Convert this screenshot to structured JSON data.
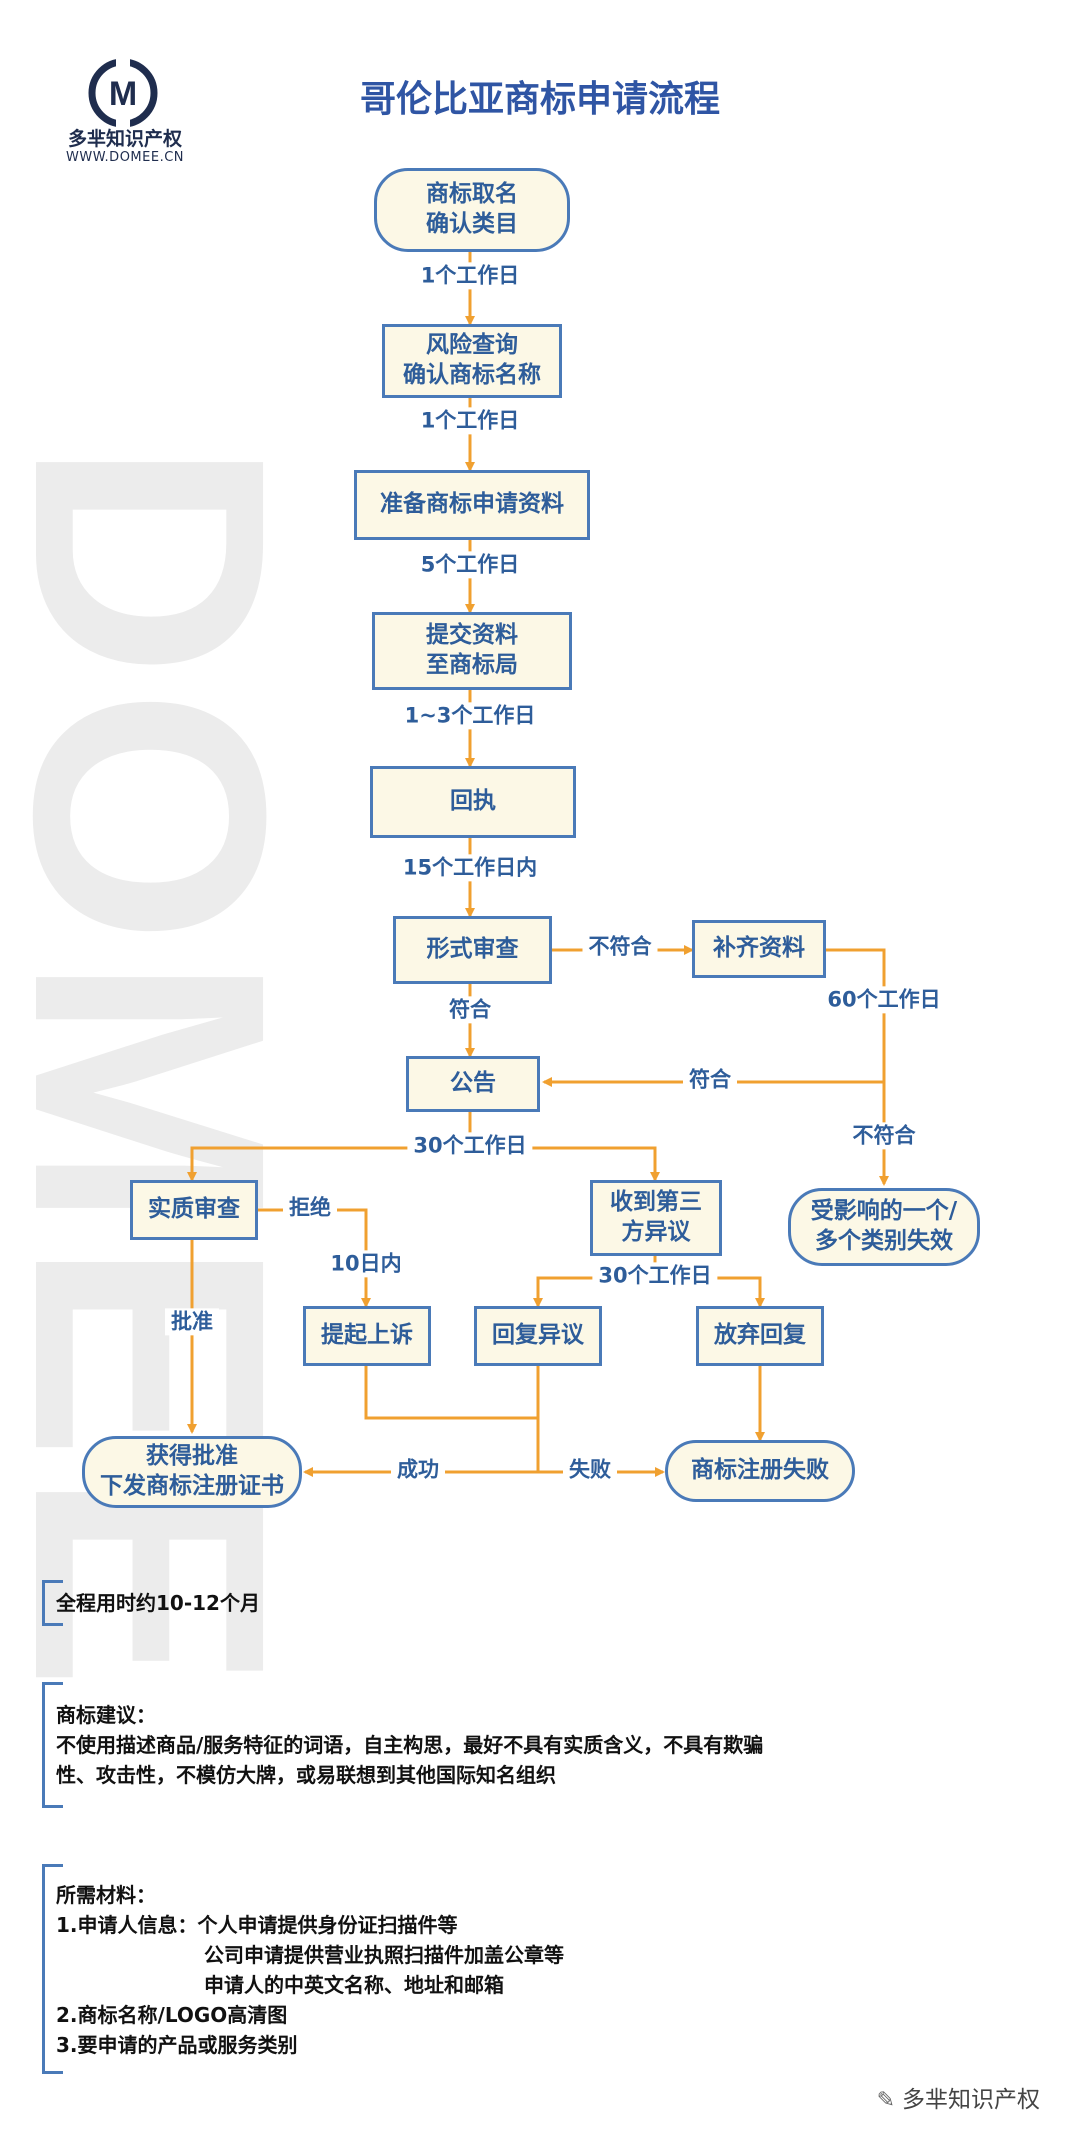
{
  "brand": {
    "logo_letter": "M",
    "name": "多芈知识产权",
    "url": "WWW.DOMEE.CN",
    "watermark": "DOMEE",
    "footer": "多芈知识产权"
  },
  "title": "哥伦比亚商标申请流程",
  "nodes": {
    "n1": "商标取名\n确认类目",
    "n2": "风险查询\n确认商标名称",
    "n3": "准备商标申请资料",
    "n4": "提交资料\n至商标局",
    "n5": "回执",
    "n6": "形式审查",
    "n7": "补齐资料",
    "n8": "公告",
    "n9": "实质审查",
    "n10": "收到第三\n方异议",
    "n11": "受影响的一个/\n多个类别失效",
    "n12": "提起上诉",
    "n13": "回复异议",
    "n14": "放弃回复",
    "n15": "获得批准\n下发商标注册证书",
    "n16": "商标注册失败"
  },
  "labels": {
    "l1": "1个工作日",
    "l2": "1个工作日",
    "l3": "5个工作日",
    "l4": "1~3个工作日",
    "l5": "15个工作日内",
    "l6": "不符合",
    "l7": "符合",
    "l8": "60个工作日",
    "l9": "符合",
    "l10": "不符合",
    "l11": "30个工作日",
    "l12": "拒绝",
    "l13": "10日内",
    "l14": "批准",
    "l15": "30个工作日",
    "l16": "成功",
    "l17": "失败"
  },
  "notes": {
    "duration": "全程用时约10-12个月",
    "advice_title": "商标建议：",
    "advice_line1": "不使用描述商品/服务特征的词语，自主构思，最好不具有实质含义，不具有欺骗",
    "advice_line2": "性、攻击性，不模仿大牌，或易联想到其他国际知名组织",
    "materials_title": "所需材料：",
    "materials_1": "1.申请人信息：个人申请提供身份证扫描件等",
    "materials_1b": "公司申请提供营业执照扫描件加盖公章等",
    "materials_1c": "申请人的中英文名称、地址和邮箱",
    "materials_2": "2.商标名称/LOGO高清图",
    "materials_3": "3.要申请的产品或服务类别"
  },
  "colors": {
    "node_border": "#4a7ab8",
    "node_fill": "#fcf8e6",
    "node_text": "#2e5d9a",
    "arrow": "#f0a030",
    "title": "#2f55a4"
  }
}
